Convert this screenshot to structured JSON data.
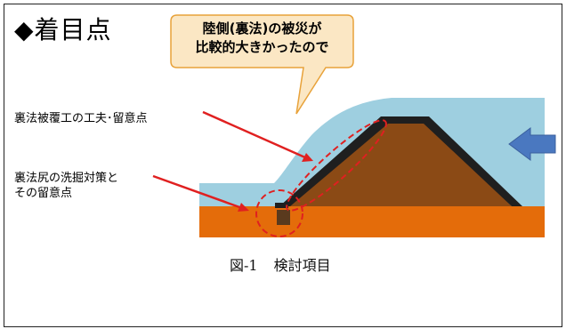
{
  "heading": "◆着目点",
  "callout": {
    "line1": "陸側(裏法)の被災が",
    "line2": "比較的大きかったので"
  },
  "annotations": {
    "slope": "裏法被覆工の工夫･留意点",
    "toe_line1": "裏法尻の洗掘対策と",
    "toe_line2": "その留意点"
  },
  "caption": {
    "figure_no": "図-1",
    "title": "検討項目"
  },
  "colors": {
    "water": "#9ecfe0",
    "ground": "#e46c0a",
    "dike": "#8b4a15",
    "lining": "#1f1f1f",
    "arrow_red": "#e02020",
    "flow_arrow": "#4a78c0",
    "callout_fill": "#fbe7c4",
    "callout_border": "#e8a23a"
  }
}
